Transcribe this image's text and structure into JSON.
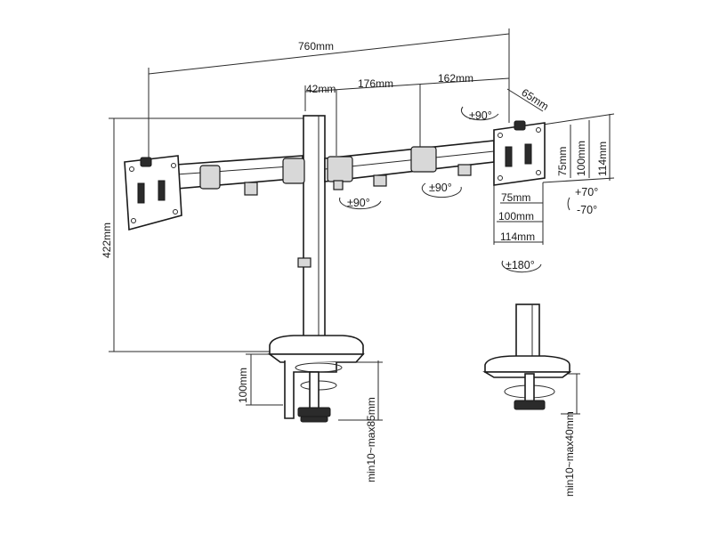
{
  "dimensions": {
    "total_width": "760mm",
    "arm_offset": "42mm",
    "arm_segment_1": "176mm",
    "arm_segment_2": "162mm",
    "plate_depth": "65mm",
    "vesa_75_h": "75mm",
    "vesa_100_h": "100mm",
    "plate_114_h": "114mm",
    "vesa_75_w": "75mm",
    "vesa_100_w": "100mm",
    "plate_114_w": "114mm",
    "pole_height": "422mm",
    "clamp_height": "100mm",
    "clamp_range": "min10~max85mm",
    "grommet_range": "min10~max40mm"
  },
  "rotations": {
    "swivel_top": "±90°",
    "swivel_arm_1": "±90°",
    "swivel_arm_2": "±90°",
    "tilt_up": "+70°",
    "tilt_down": "-70°",
    "rotate": "±180°"
  }
}
